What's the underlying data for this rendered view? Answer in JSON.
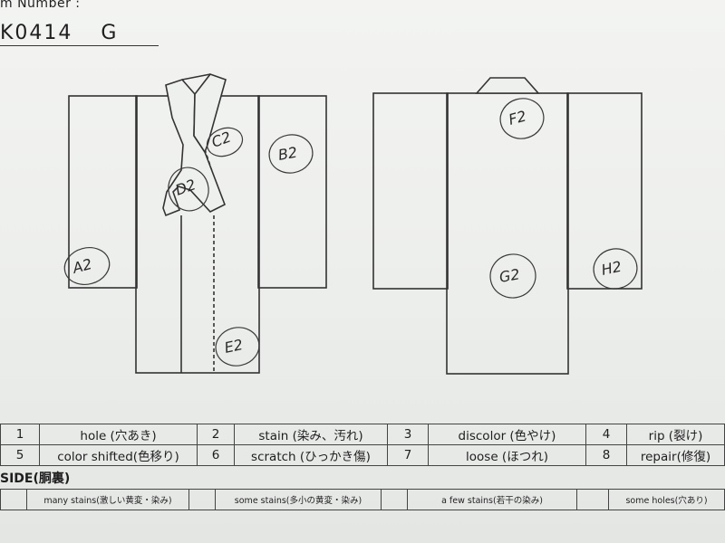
{
  "header": {
    "label": "m Number :",
    "item_code": "K0414",
    "grade": "G"
  },
  "diagram": {
    "front_marks": [
      "A2",
      "B2",
      "C2",
      "D2",
      "E2"
    ],
    "back_marks": [
      "F2",
      "G2",
      "H2"
    ]
  },
  "legend": [
    [
      {
        "num": "1",
        "label": "hole (穴あき)"
      },
      {
        "num": "2",
        "label": "stain (染み、汚れ)"
      },
      {
        "num": "3",
        "label": "discolor (色やけ)"
      },
      {
        "num": "4",
        "label": "rip (裂け)"
      }
    ],
    [
      {
        "num": "5",
        "label": "color shifted(色移り)"
      },
      {
        "num": "6",
        "label": "scratch (ひっかき傷)"
      },
      {
        "num": "7",
        "label": "loose (ほつれ)"
      },
      {
        "num": "8",
        "label": "repair(修復)"
      }
    ]
  ],
  "inside": {
    "title": "SIDE(胴裏)",
    "cells": [
      "many stains(激しい黄変・染み)",
      "some stains(多小の黄変・染み)",
      "a few stains(若干の染み)",
      "some holes(穴あり)"
    ]
  }
}
